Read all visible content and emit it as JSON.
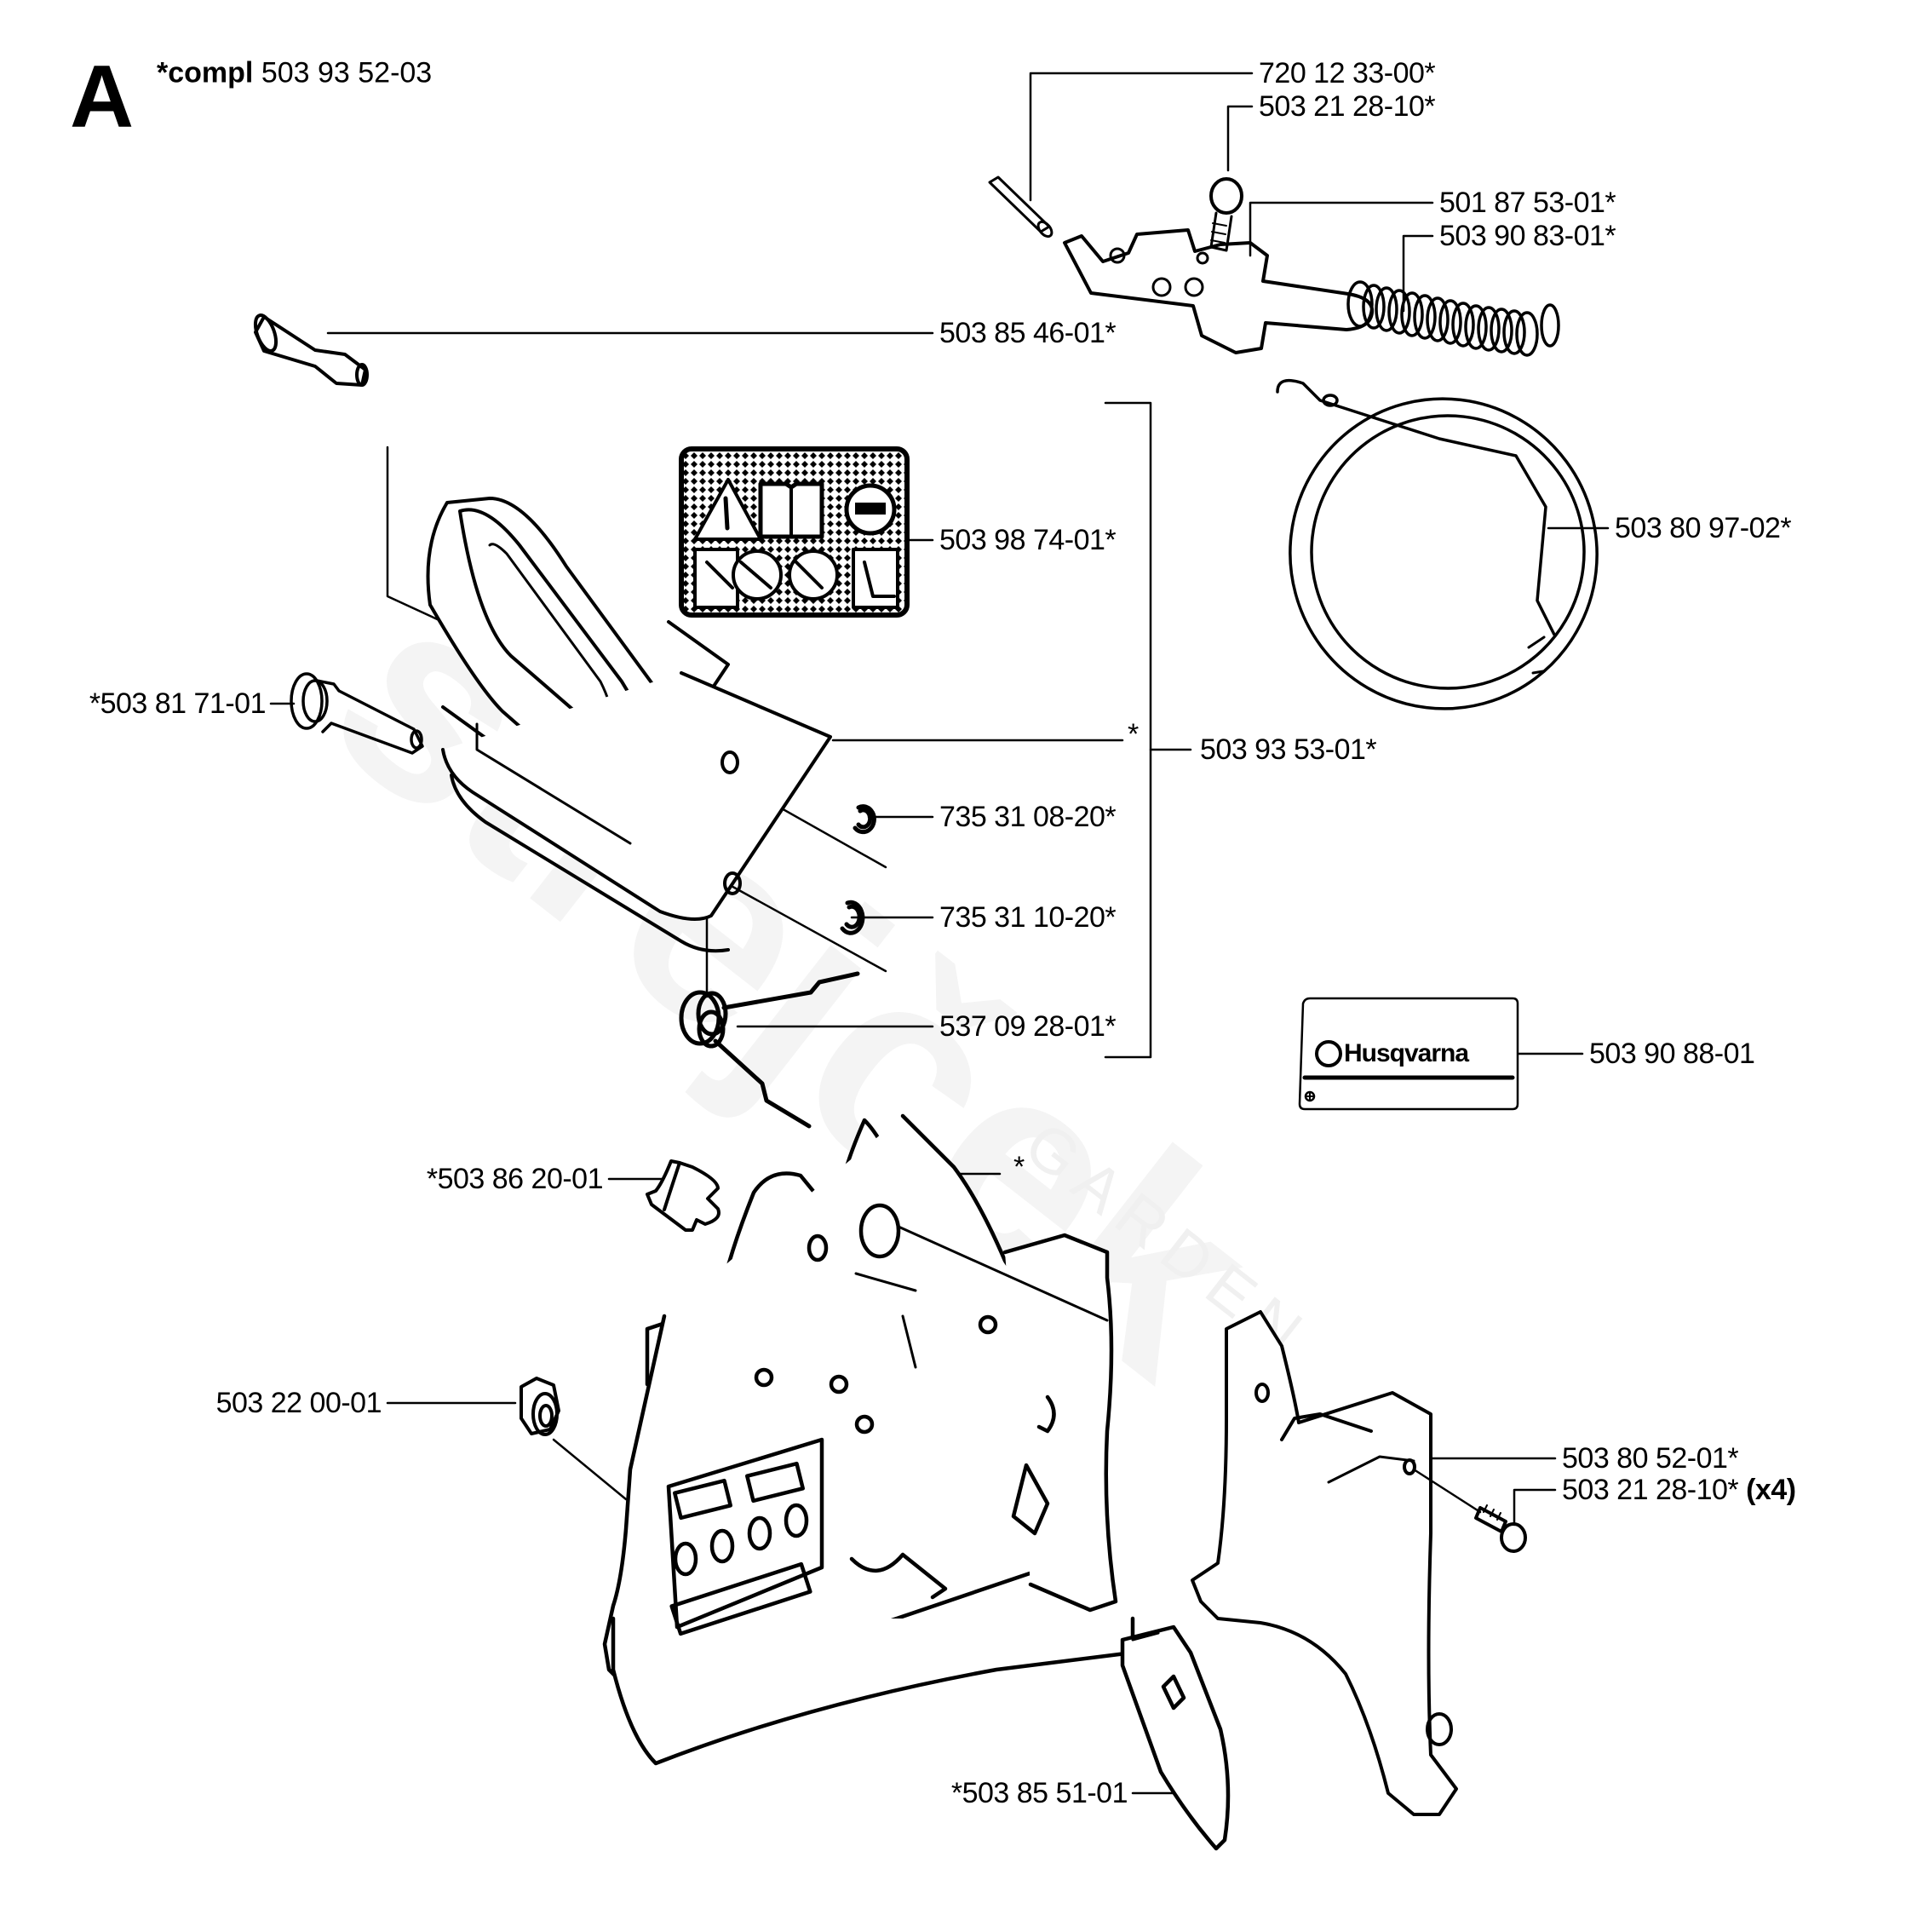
{
  "section": {
    "letter": "A",
    "compl_prefix": "*compl",
    "compl_number": "503 93 52-03"
  },
  "watermark": {
    "brand": "strejček",
    "sub": "GARDEN"
  },
  "decal": {
    "brand": "Husqvarna"
  },
  "callouts": [
    {
      "id": "pin",
      "text": "720 12 33-00*"
    },
    {
      "id": "screw-top",
      "text": "503 21 28-10*"
    },
    {
      "id": "brake-lever",
      "text": "501 87 53-01*"
    },
    {
      "id": "brake-spring",
      "text": "503 90 83-01*"
    },
    {
      "id": "bolt-long",
      "text": "503 85 46-01*"
    },
    {
      "id": "warning-decal",
      "text": "503 98 74-01*"
    },
    {
      "id": "brake-band",
      "text": "503 80 97-02*"
    },
    {
      "id": "cover-star",
      "text": "*"
    },
    {
      "id": "kit",
      "text": "503 93 53-01*"
    },
    {
      "id": "bushing",
      "text": "*503 81 71-01"
    },
    {
      "id": "circlip-small",
      "text": "735 31 08-20*"
    },
    {
      "id": "circlip-large",
      "text": "735 31 10-20*"
    },
    {
      "id": "torsion-spring",
      "text": "537 09 28-01*"
    },
    {
      "id": "brand-decal",
      "text": "503 90 88-01"
    },
    {
      "id": "chain-guide",
      "text": "*503 86 20-01"
    },
    {
      "id": "handle-star",
      "text": "*"
    },
    {
      "id": "nut",
      "text": "503 22 00-01"
    },
    {
      "id": "plate",
      "text": "503 80 52-01*"
    },
    {
      "id": "screw-bottom",
      "text": "503 21 28-10*",
      "qty": "(x4)"
    },
    {
      "id": "chain-catcher",
      "text": "*503 85 51-01"
    }
  ]
}
